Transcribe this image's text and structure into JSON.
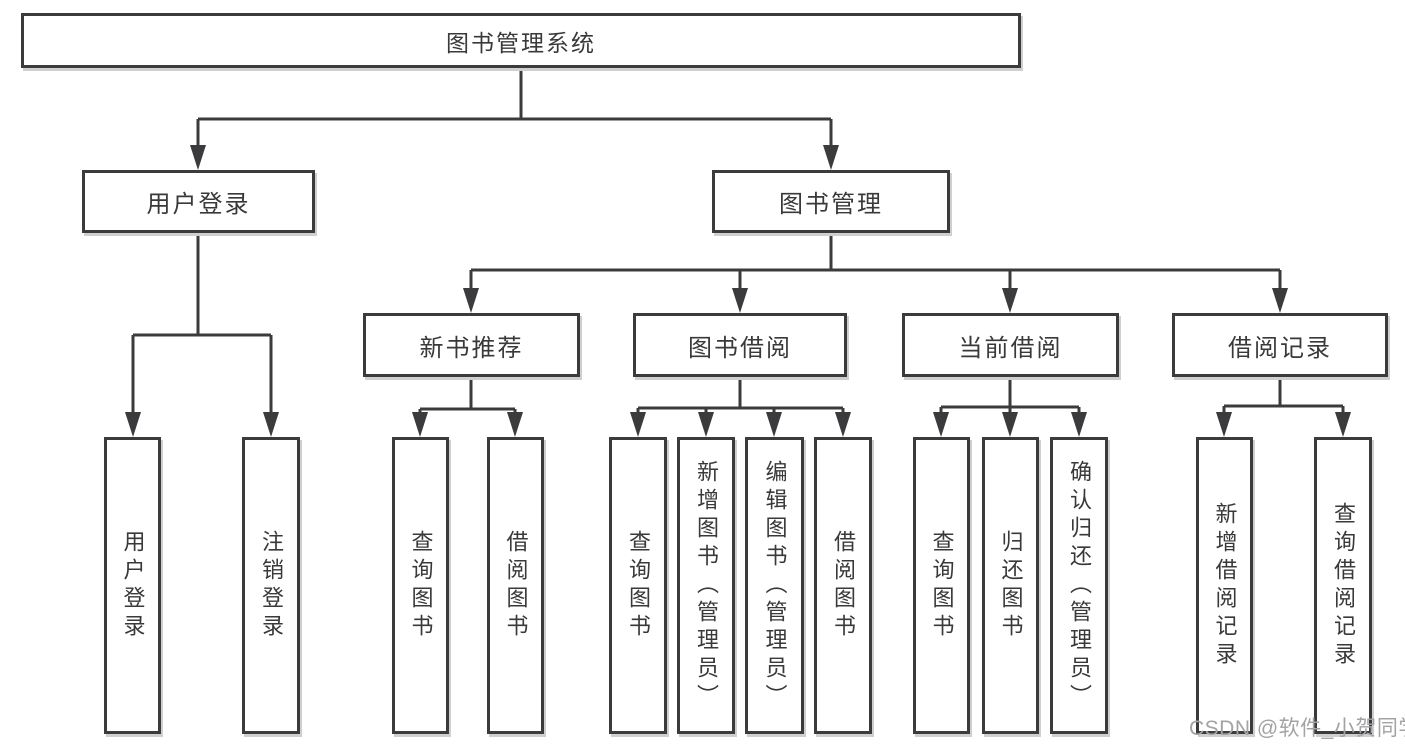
{
  "tree": {
    "root": {
      "label": "图书管理系统",
      "children": [
        {
          "label": "用户登录",
          "children": [
            {
              "label": "用户登录"
            },
            {
              "label": "注销登录"
            }
          ]
        },
        {
          "label": "图书管理",
          "children": [
            {
              "label": "新书推荐",
              "children": [
                {
                  "label": "查询图书"
                },
                {
                  "label": "借阅图书"
                }
              ]
            },
            {
              "label": "图书借阅",
              "children": [
                {
                  "label": "查询图书"
                },
                {
                  "label": "新增图书（管理员）"
                },
                {
                  "label": "编辑图书（管理员）"
                },
                {
                  "label": "借阅图书"
                }
              ]
            },
            {
              "label": "当前借阅",
              "children": [
                {
                  "label": "查询图书"
                },
                {
                  "label": "归还图书"
                },
                {
                  "label": "确认归还（管理员）"
                }
              ]
            },
            {
              "label": "借阅记录",
              "children": [
                {
                  "label": "新增借阅记录"
                },
                {
                  "label": "查询借阅记录"
                }
              ]
            }
          ]
        }
      ]
    }
  },
  "watermark": "CSDN @软件_小贺同学",
  "colors": {
    "line": "#3b3b3d",
    "text": "#39393b",
    "background": "#ffffff",
    "watermark": "#a3a3a5"
  }
}
